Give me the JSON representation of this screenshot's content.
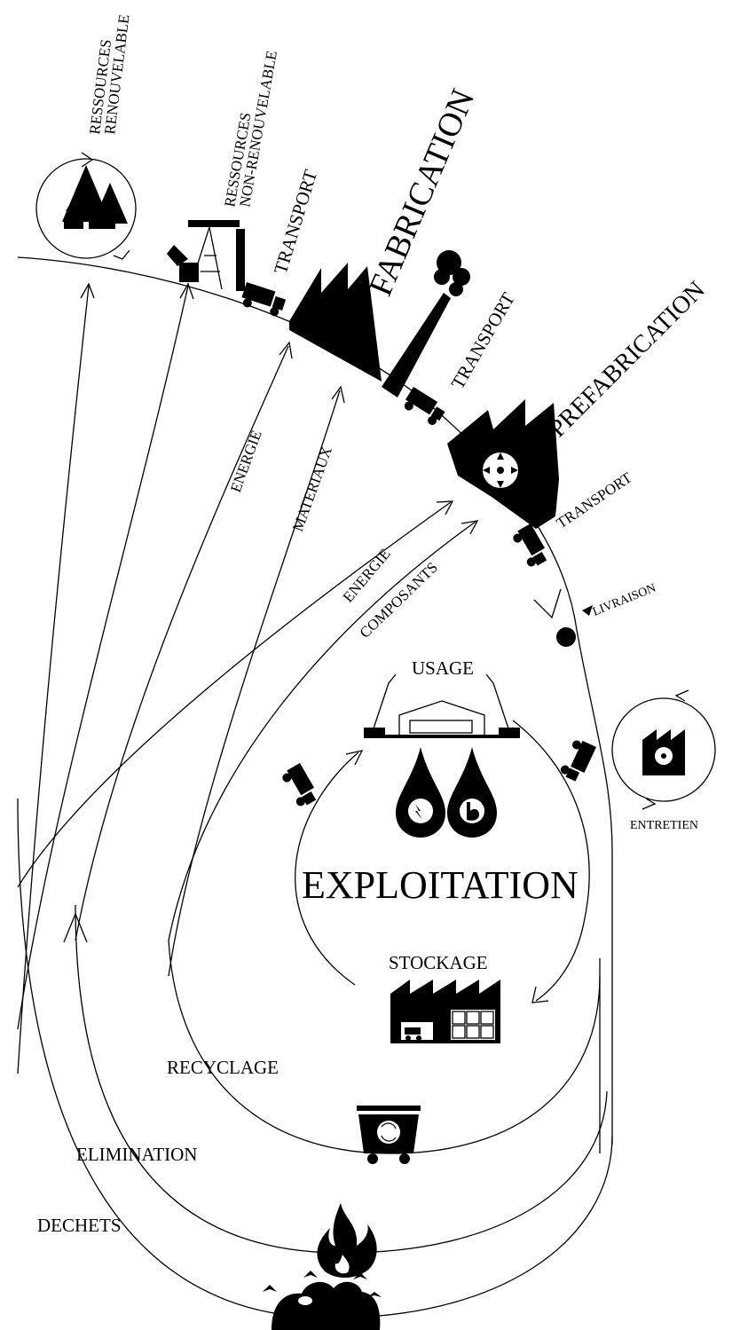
{
  "labels": {
    "ressources_renouvelable_1": "RESSOURCES",
    "ressources_renouvelable_2": "RENOUVELABLE",
    "ressources_non_1": "RESSOURCES",
    "ressources_non_2": "NON-RENOUVELABLE",
    "transport_1": "TRANSPORT",
    "fabrication": "FABRICATION",
    "transport_2": "TRANSPORT",
    "prefabrication": "PREFABRICATION",
    "transport_3": "TRANSPORT",
    "livraison": "LIVRAISON",
    "energie_1": "ENERGIE",
    "materiaux": "MATERIAUX",
    "energie_2": "ENERGIE",
    "composants": "COMPOSANTS",
    "usage": "USAGE",
    "exploitation": "EXPLOITATION",
    "entretien": "ENTRETIEN",
    "stockage": "STOCKAGE",
    "recyclage": "RECYCLAGE",
    "elimination": "ELIMINATION",
    "dechets": "DECHETS"
  },
  "icons": {
    "forest": "tree-icon",
    "oil_pump": "oil-pump-icon",
    "truck": "truck-icon",
    "factory": "factory-icon",
    "saw": "saw-blade-icon",
    "drops": "energy-drop-icon",
    "warehouse": "warehouse-icon",
    "recycle_bin": "recycle-bin-icon",
    "fire": "fire-icon",
    "landfill": "landfill-icon"
  }
}
